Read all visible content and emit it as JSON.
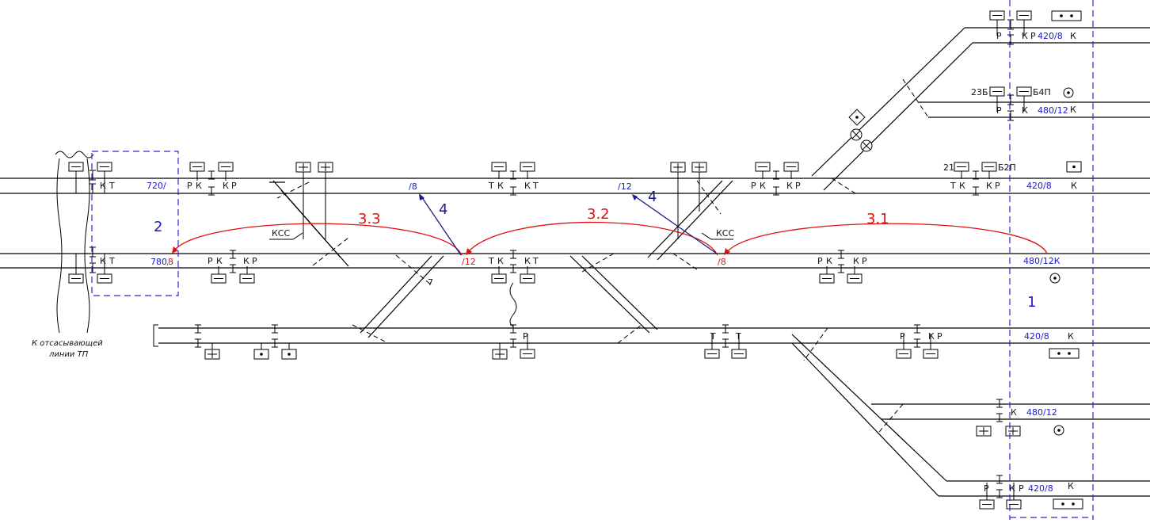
{
  "diagram": {
    "zone_labels": [
      "1",
      "2"
    ],
    "stage_labels": [
      "3.1",
      "3.2",
      "3.3"
    ],
    "blue_arrow_labels": [
      "4",
      "4"
    ],
    "caption_lines": [
      "К отсасывающей",
      "линии ТП"
    ],
    "ratings_red": [
      "780/8",
      "/12",
      "/8"
    ],
    "ratings_blue": [
      "720/",
      "/8",
      "/12",
      "420/8",
      "480/12К",
      "420/8",
      "480/12",
      "420/8",
      "420/8",
      "480/12"
    ],
    "cabinet_labels": [
      "23Б",
      "Б4П",
      "21",
      "Б2П"
    ],
    "ksc_labels": [
      "КСС",
      "КСС"
    ],
    "letters": {
      "T": "Т",
      "K": "К",
      "P": "Р"
    },
    "colors": {
      "red": "#e01010",
      "blue": "#1a1ac8",
      "navy": "#1a1a8c"
    }
  }
}
